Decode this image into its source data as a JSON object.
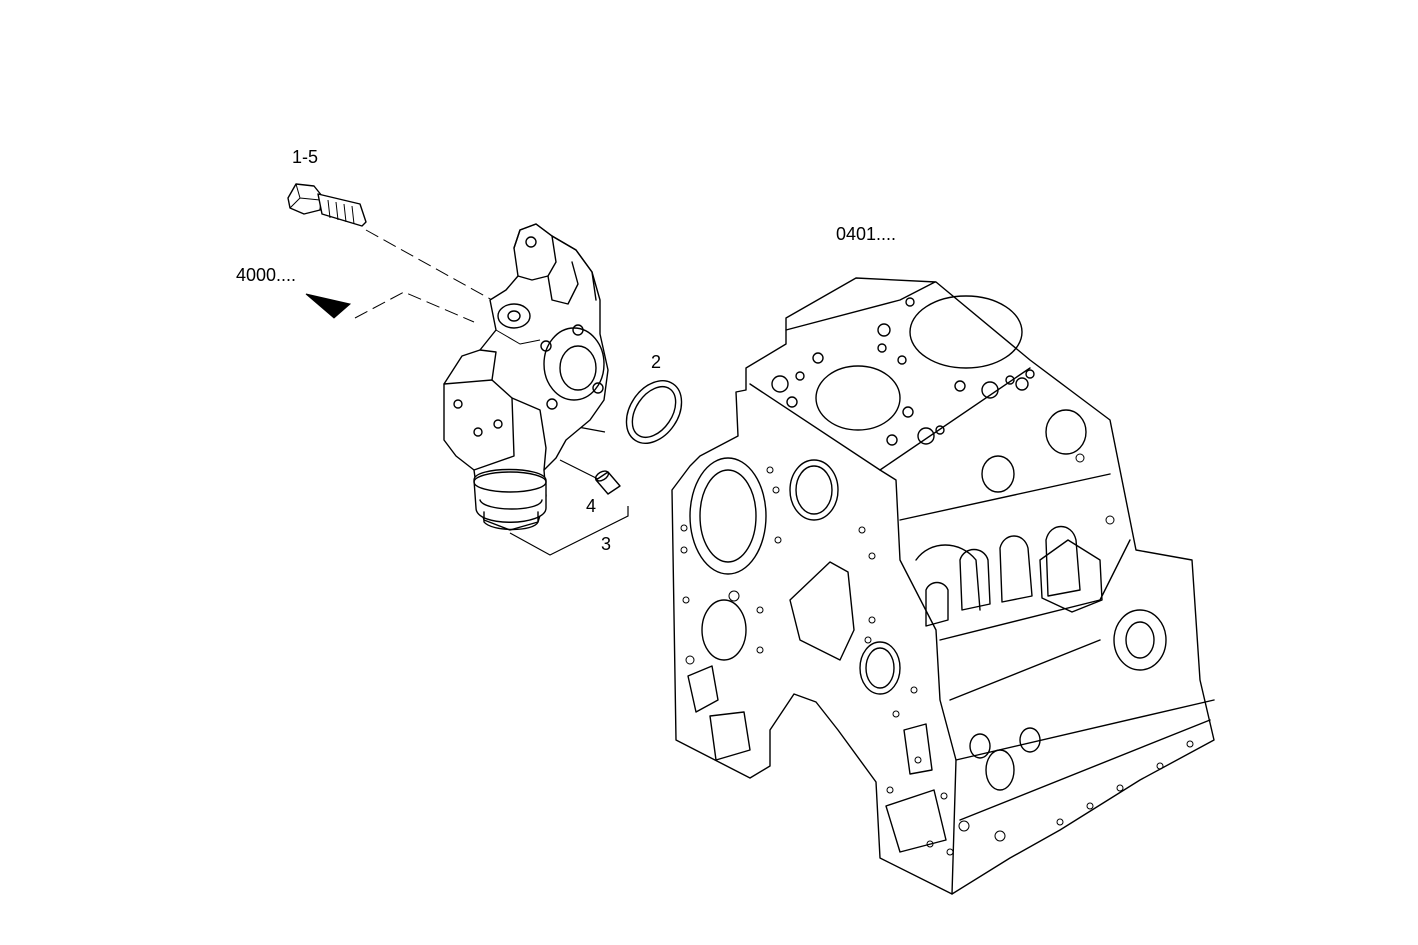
{
  "callouts": {
    "bolt": "1-5",
    "ref_left": "4000....",
    "ref_block": "0401....",
    "seal_ring": "2",
    "housing": "3",
    "dowel": "4"
  }
}
